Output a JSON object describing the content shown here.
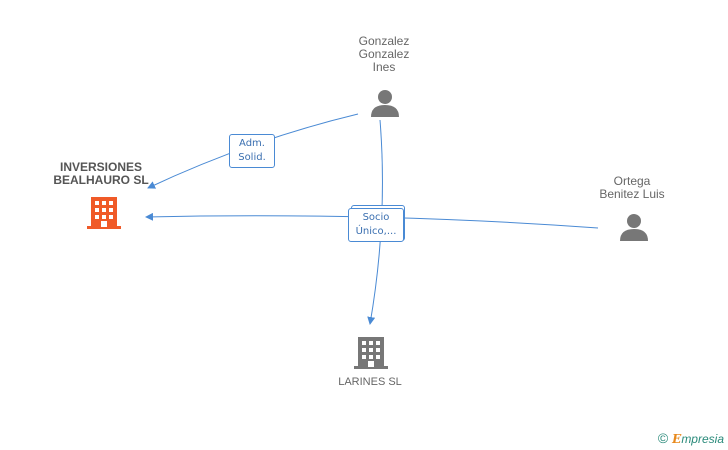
{
  "nodes": {
    "inversiones": {
      "line1": "INVERSIONES",
      "line2": "BEALHAURO SL",
      "color": "#f05a28"
    },
    "gonzalez": {
      "line1": "Gonzalez",
      "line2": "Gonzalez",
      "line3": "Ines",
      "color": "#777777"
    },
    "ortega": {
      "line1": "Ortega",
      "line2": "Benitez Luis",
      "color": "#777777"
    },
    "larines": {
      "line1": "LARINES SL",
      "color": "#777777"
    }
  },
  "edges": {
    "adm": {
      "line1": "Adm.",
      "line2": "Solid."
    },
    "socio": {
      "line1": "Socio",
      "line2": "Único,..."
    }
  },
  "colors": {
    "edge": "#4a8ad4"
  },
  "brand": {
    "copyright": "©",
    "initial": "E",
    "rest": "mpresia"
  }
}
